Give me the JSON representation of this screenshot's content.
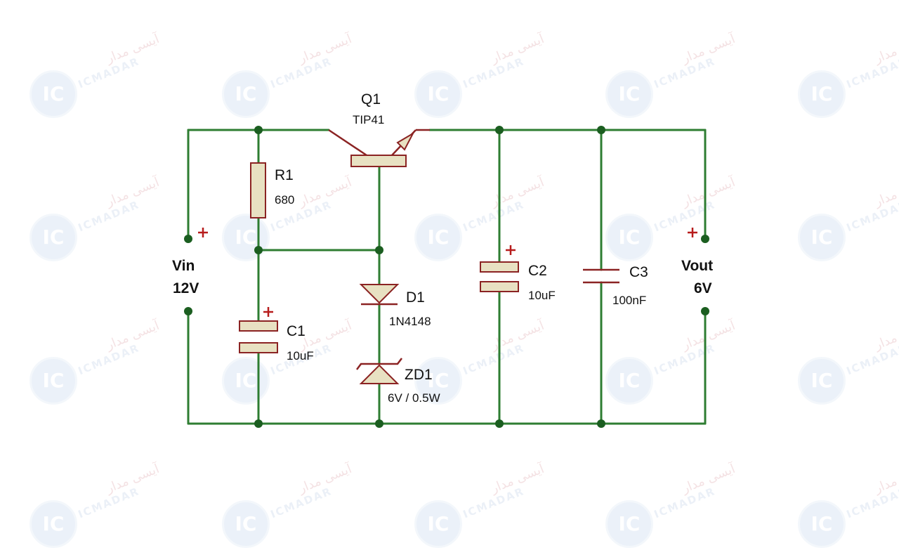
{
  "watermark": {
    "logo": "IC",
    "brand": "ICMADAR",
    "brand_fa": "آیسی مدار"
  },
  "components": {
    "q1": {
      "name": "Q1",
      "value": "TIP41"
    },
    "r1": {
      "name": "R1",
      "value": "680"
    },
    "c1": {
      "name": "C1",
      "value": "10uF"
    },
    "d1": {
      "name": "D1",
      "value": "1N4148"
    },
    "zd1": {
      "name": "ZD1",
      "value": "6V / 0.5W"
    },
    "c2": {
      "name": "C2",
      "value": "10uF"
    },
    "c3": {
      "name": "C3",
      "value": "100nF"
    }
  },
  "ports": {
    "vin": {
      "name": "Vin",
      "value": "12V",
      "polarity": "+"
    },
    "vout": {
      "name": "Vout",
      "value": "6V",
      "polarity": "+"
    }
  },
  "colors": {
    "wire": "#2e7d32",
    "component": "#8b2323",
    "fill": "#e8e1c2",
    "plus": "#b71c1c"
  }
}
